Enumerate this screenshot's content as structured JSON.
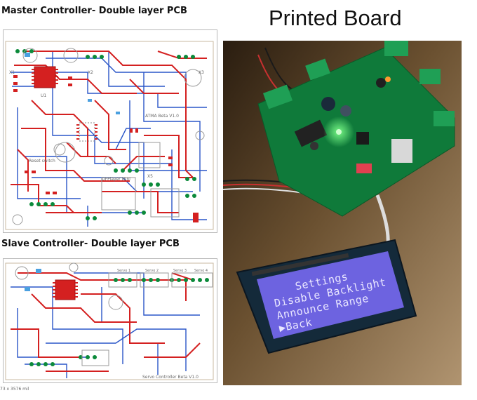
{
  "headings": {
    "master": "Master Controller- Double layer PCB",
    "slave": "Slave Controller- Double layer PCB",
    "printed": "Printed Board"
  },
  "master_pcb": {
    "labels": {
      "board_version": "ATMA Beta V1.0",
      "player": "DFPlayer Mini",
      "connector_x1": "X1",
      "connector_x2": "X2",
      "connector_x3": "X3",
      "connector_x5": "X5",
      "reset": "Reset switch",
      "u1": "U1"
    }
  },
  "slave_pcb": {
    "labels": {
      "board_version": "Servo Controller Beta V1.0",
      "servo1": "Servo 1",
      "servo2": "Servo 2",
      "servo3": "Servo 3",
      "servo4": "Servo 4"
    },
    "dimension_note": "73 x 3576 mil"
  },
  "lcd": {
    "line1": "Settings",
    "line2": "Disable Backlight",
    "line3": "Announce Range",
    "line4": "▶Back"
  },
  "colors": {
    "trace_top": "#d42020",
    "trace_bottom": "#2a56c8",
    "pad": "#0b8a3a",
    "silk": "#808080",
    "pcb_green": "#0f7a3a",
    "lcd_bg": "#6d63e0",
    "lcd_text": "#e9e6ff"
  }
}
